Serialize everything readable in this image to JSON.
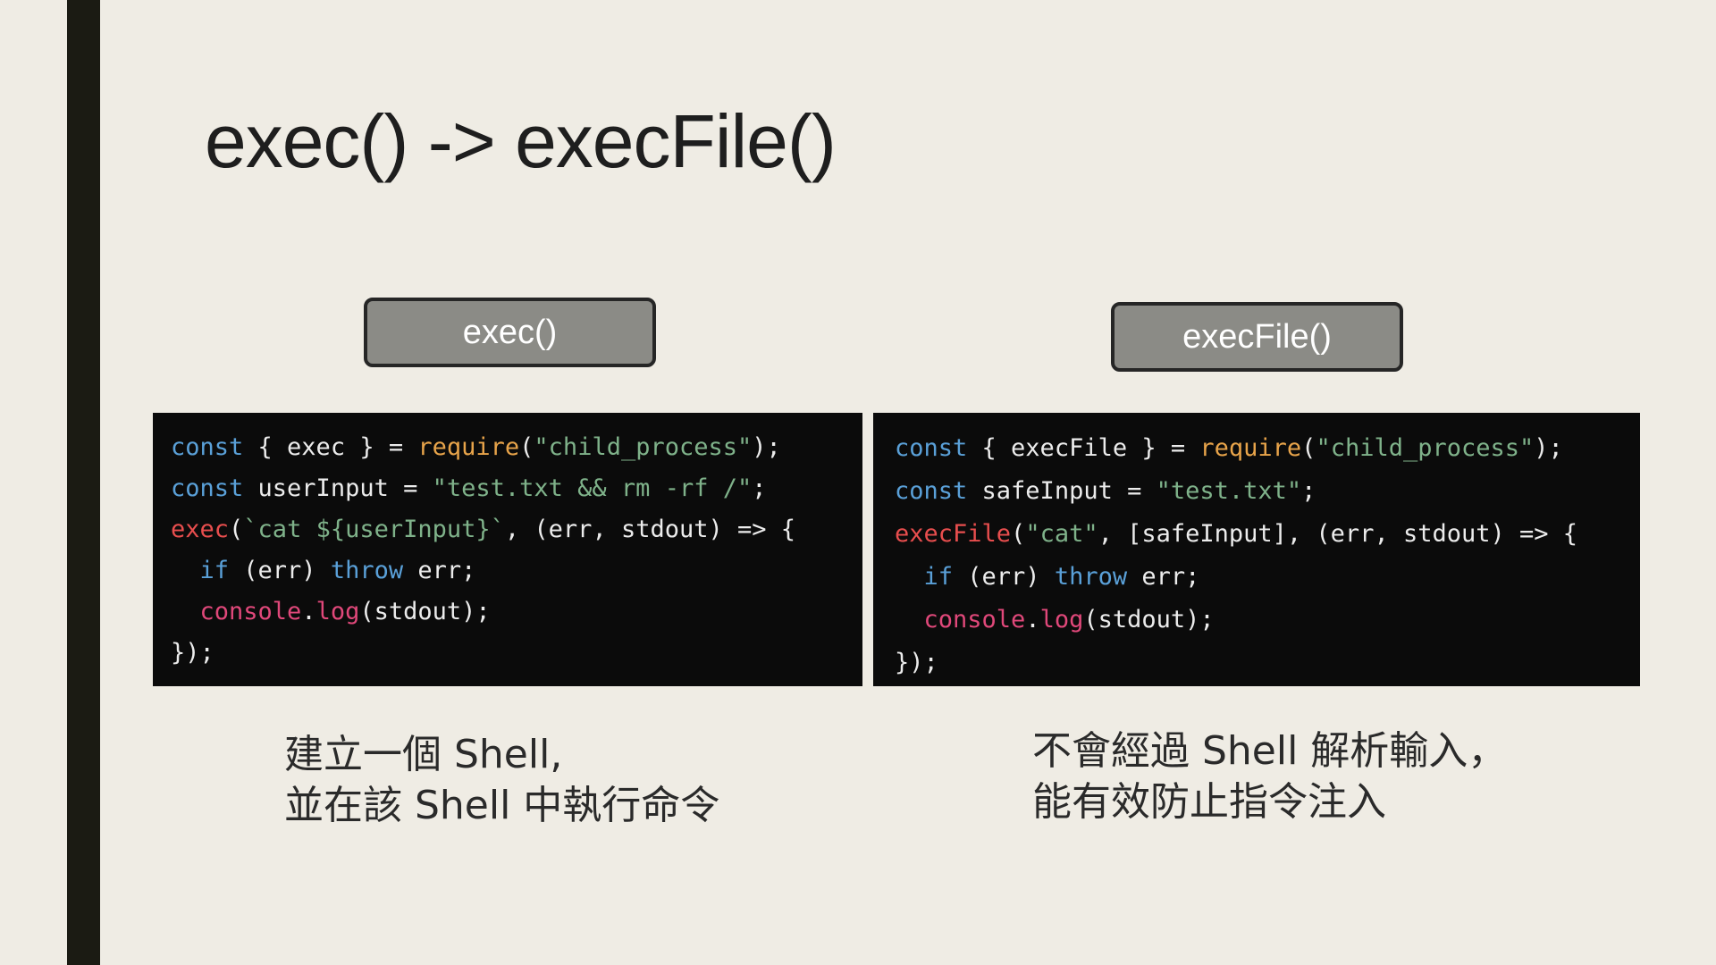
{
  "slide": {
    "title": "exec() -> execFile()"
  },
  "left_column": {
    "label": "exec()",
    "code": {
      "line1": {
        "kw": "const",
        "t1": " { exec } = ",
        "fn": "require",
        "t2": "(",
        "str": "\"child_process\"",
        "t3": ");"
      },
      "line2": {
        "kw": "const",
        "t1": " userInput = ",
        "str": "\"test.txt && rm -rf /\"",
        "t2": ";"
      },
      "line3": {
        "call": "exec",
        "t1": "(",
        "tpl": "`cat ${userInput}`",
        "t2": ", (err, stdout) => {"
      },
      "line4": {
        "indent": "  ",
        "kw1": "if",
        "t1": " (err) ",
        "kw2": "throw",
        "t2": " err;"
      },
      "line5": {
        "indent": "  ",
        "con": "console",
        "t1": ".",
        "fn": "log",
        "t2": "(stdout);"
      },
      "line6": {
        "t1": "});"
      }
    },
    "description": {
      "line1": "建立一個 Shell,",
      "line2": "並在該 Shell 中執行命令"
    }
  },
  "right_column": {
    "label": "execFile()",
    "code": {
      "line1": {
        "kw": "const",
        "t1": " { execFile } = ",
        "fn": "require",
        "t2": "(",
        "str": "\"child_process\"",
        "t3": ");"
      },
      "line2": {
        "kw": "const",
        "t1": " safeInput = ",
        "str": "\"test.txt\"",
        "t2": ";"
      },
      "line3": {
        "call": "execFile",
        "t1": "(",
        "str": "\"cat\"",
        "t2": ", [safeInput], (err, stdout) => {"
      },
      "line4": {
        "indent": "  ",
        "kw1": "if",
        "t1": " (err) ",
        "kw2": "throw",
        "t2": " err;"
      },
      "line5": {
        "indent": "  ",
        "con": "console",
        "t1": ".",
        "fn": "log",
        "t2": "(stdout);"
      },
      "line6": {
        "t1": "});"
      }
    },
    "description": {
      "line1": "不會經過 Shell 解析輸入，",
      "line2": "能有效防止指令注入"
    }
  },
  "colors": {
    "background": "#efece4",
    "accent_bar": "#1b1b13",
    "code_background": "#0b0b0b",
    "keyword": "#5aa0d8",
    "function": "#e8a44a",
    "string": "#7fb28a",
    "call": "#e84e4e",
    "console": "#e0487a",
    "label_fill": "#8b8b86"
  }
}
